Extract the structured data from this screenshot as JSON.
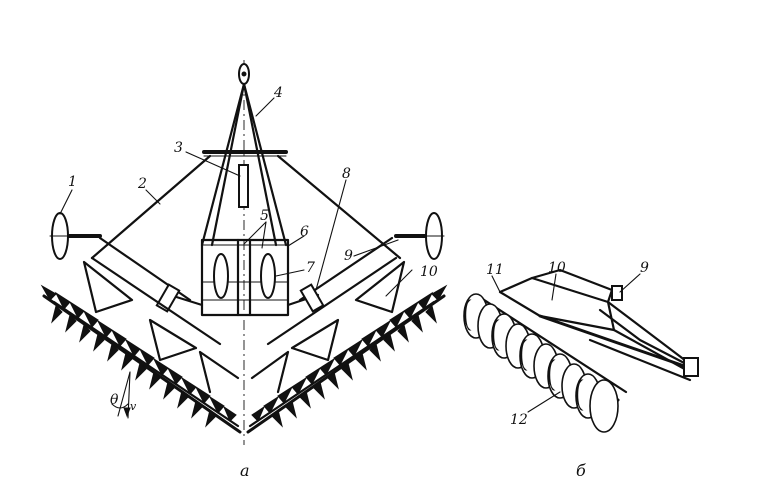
{
  "figure": {
    "callouts_a": {
      "n1": "1",
      "n2": "2",
      "n3": "3",
      "n4": "4",
      "n5": "5",
      "n6": "6",
      "n7": "7",
      "n8": "8",
      "n9": "9",
      "n10": "10"
    },
    "callouts_b": {
      "n9": "9",
      "n10": "10",
      "n11": "11",
      "n12": "12"
    },
    "angle_label": "θ",
    "velocity_label": "v",
    "caption_a": "а",
    "caption_b": "б"
  }
}
